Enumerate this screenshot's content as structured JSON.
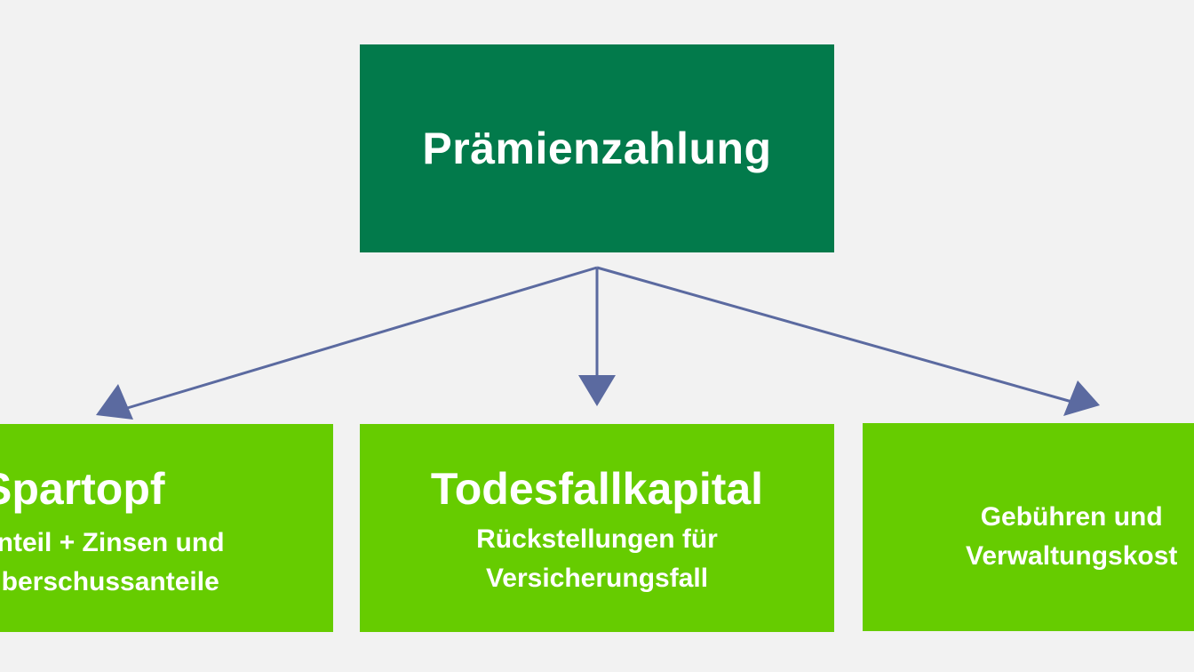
{
  "top": {
    "title": "Prämienzahlung"
  },
  "left": {
    "title": "Spartopf",
    "line1": "anteil + Zinsen und",
    "line2": "Überschussanteile"
  },
  "middle": {
    "title": "Todesfallkapital",
    "line1": "Rückstellungen für",
    "line2": "Versicherungsfall"
  },
  "right": {
    "line1": "Gebühren und",
    "line2": "Verwaltungskost"
  },
  "colors": {
    "top_box": "#027a4b",
    "bottom_boxes": "#66cc00",
    "arrows": "#5b6aa0",
    "background": "#f2f2f2"
  }
}
